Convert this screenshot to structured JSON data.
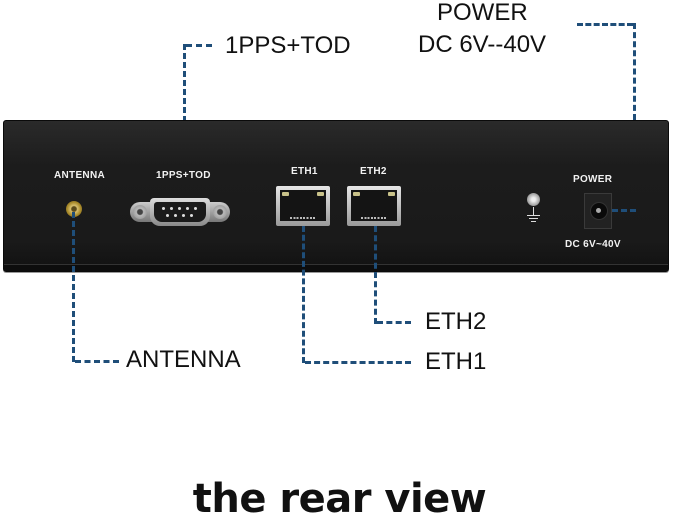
{
  "callouts": {
    "pps_tod": "1PPS+TOD",
    "power_line1": "POWER",
    "power_line2": "DC 6V--40V",
    "antenna": "ANTENNA",
    "eth1": "ETH1",
    "eth2": "ETH2"
  },
  "panel_labels": {
    "antenna": "ANTENNA",
    "pps_tod": "1PPS+TOD",
    "eth1": "ETH1",
    "eth2": "ETH2",
    "power": "POWER",
    "power_rating": "DC 6V~40V"
  },
  "caption": "the rear view",
  "colors": {
    "leader_line": "#1f4e79",
    "device_body": "#1c1c1c",
    "callout_text": "#111111"
  }
}
